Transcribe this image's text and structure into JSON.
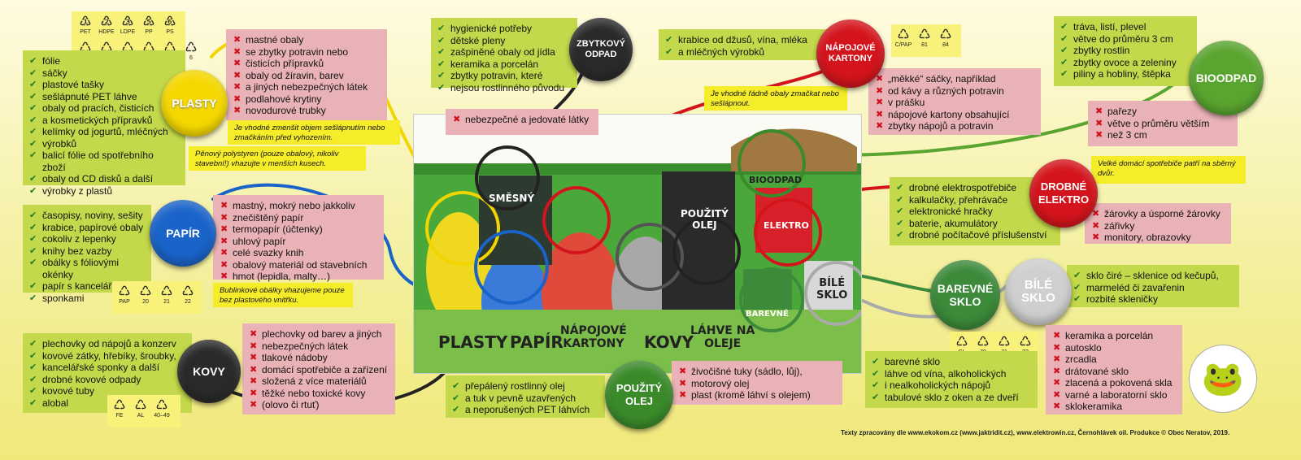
{
  "colors": {
    "plasty": "#f5d800",
    "papir": "#1a63c9",
    "kovy": "#2a2a2a",
    "zbytkovy": "#2a2a2a",
    "napojove": "#d4141c",
    "bioodpad": "#5aa530",
    "elektro": "#d4141c",
    "barevne": "#3c8a3a",
    "bile": "#c8c8c8",
    "olej": "#3a8a2a"
  },
  "plasty": {
    "badge": "PLASTY",
    "codes": [
      {
        "num": "",
        "lbl": "PET"
      },
      {
        "num": "",
        "lbl": "HDPE"
      },
      {
        "num": "",
        "lbl": "LDPE"
      },
      {
        "num": "",
        "lbl": "PP"
      },
      {
        "num": "",
        "lbl": "PS"
      }
    ],
    "codes2": [
      "1",
      "2",
      "3",
      "4",
      "5",
      "6"
    ],
    "yes": [
      "fólie",
      "sáčky",
      "plastové tašky",
      "sešlápnuté PET láhve",
      "obaly od pracích, čisticích",
      "a kosmetických přípravků",
      "kelímky od jogurtů, mléčných",
      "výrobků",
      "balicí fólie od spotřebního zboží",
      "obaly od CD disků a další",
      "výrobky z plastů"
    ],
    "no": [
      "mastné obaly",
      "se zbytky potravin nebo",
      "čisticích přípravků",
      "obaly od žíravin, barev",
      "a jiných nebezpečných látek",
      "podlahové krytiny",
      "novodurové trubky"
    ],
    "note1": "Je vhodné zmenšit objem sešlápnutím nebo zmačkáním před vyhozením.",
    "note2": "Pěnový polystyren (pouze obalový, nikoliv stavební!) vhazujte v menších kusech."
  },
  "papir": {
    "badge": "PAPÍR",
    "yes": [
      "časopisy, noviny, sešity",
      "krabice, papírové obaly",
      "cokoliv z lepenky",
      "knihy bez vazby",
      "obálky s fóliovými okénky",
      "papír s kancelářskými",
      "sponkami"
    ],
    "no": [
      "mastný, mokrý nebo jakkoliv",
      "znečištěný papír",
      "termopapír (účtenky)",
      "uhlový papír",
      "celé svazky knih",
      "obalový materiál od stavebních",
      "hmot (lepidla, malty…)"
    ],
    "codes": [
      "PAP",
      "20",
      "21",
      "22"
    ],
    "note": "Bublinkové obálky vhazujeme pouze bez plastového vnitřku."
  },
  "kovy": {
    "badge": "KOVY",
    "yes": [
      "plechovky od nápojů a konzerv",
      "kovové zátky, hřebíky, šroubky,",
      "kancelářské sponky a další",
      "drobné kovové odpady",
      "kovové tuby",
      "alobal"
    ],
    "no": [
      "plechovky od barev a jiných",
      "nebezpečných látek",
      "tlakové nádoby",
      "domácí spotřebiče a zařízení",
      "složená z více materiálů",
      "těžké nebo toxické kovy",
      "(olovo či rtuť)"
    ],
    "codes": [
      "FE",
      "AL",
      "40–49"
    ]
  },
  "zbytkovy": {
    "badge": "ZBYTKOVÝ\nODPAD",
    "yes": [
      "hygienické potřeby",
      "dětské pleny",
      "zašpiněné obaly od jídla",
      "keramika a porcelán",
      "zbytky potravin, které",
      "nejsou rostlinného původu"
    ],
    "no": [
      "nebezpečné a jedovaté látky"
    ]
  },
  "napojove": {
    "badge": "NÁPOJOVÉ\nKARTONY",
    "yes": [
      "krabice od džusů, vína, mléka",
      "a mléčných výrobků"
    ],
    "codes": [
      "C/PAP",
      "81",
      "84"
    ],
    "note": "Je vhodné řádně obaly zmačkat nebo sešlápnout.",
    "no": [
      "„měkké“ sáčky, například",
      "od kávy a různých potravin",
      "v prášku",
      "nápojové kartony obsahující",
      "zbytky nápojů a potravin"
    ]
  },
  "bioodpad": {
    "badge": "BIOODPAD",
    "yes": [
      "tráva, listí, plevel",
      "větve do průměru 3 cm",
      "zbytky rostlin",
      "zbytky ovoce a zeleniny",
      "piliny a hobliny, štěpka"
    ],
    "no": [
      "pařezy",
      "větve o průměru větším",
      "než 3 cm"
    ]
  },
  "elektro": {
    "badge": "DROBNÉ\nELEKTRO",
    "note": "Velké domácí spotřebiče patří na sběrný dvůr.",
    "yes": [
      "drobné elektrospotřebiče",
      "kalkulačky, přehrávače",
      "elektronické hračky",
      "baterie, akumulátory",
      "drobné počítačové příslušenství"
    ],
    "no": [
      "žárovky a úsporné žárovky",
      "zářivky",
      "monitory, obrazovky"
    ]
  },
  "sklo": {
    "badge_barevne": "BAREVNÉ\nSKLO",
    "badge_bile": "BÍLÉ\nSKLO",
    "bile_yes": [
      "sklo čiré – sklenice od kečupů,",
      "marmeléd či zavařenin",
      "rozbité skleničky"
    ],
    "codes": [
      "GL",
      "70",
      "71",
      "72"
    ],
    "barevne_yes": [
      "barevné sklo",
      "láhve od vína, alkoholických",
      "i nealkoholických nápojů",
      "tabulové sklo z oken a ze dveří"
    ],
    "no": [
      "keramika a porcelán",
      "autosklo",
      "zrcadla",
      "drátované sklo",
      "zlacená a pokovená skla",
      "varné a laboratorní sklo",
      "sklokeramika"
    ]
  },
  "olej": {
    "badge": "POUŽITÝ\nOLEJ",
    "yes": [
      "přepálený rostlinný olej",
      "a tuk v pevně uzavřených",
      "a neporušených PET láhvích"
    ],
    "no": [
      "živočišné tuky (sádlo, lůj),",
      "motorový olej",
      "plast (kromě láhví s olejem)"
    ]
  },
  "illustration": {
    "labels": [
      "PLASTY",
      "PAPÍR",
      "NÁPOJOVÉ\nKARTONY",
      "KOVY",
      "LÁHVE NA\nOLEJE",
      "SMĚSNÝ",
      "POUŽITÝ\nOLEJ",
      "BIOODPAD",
      "ELEKTRO",
      "BAREVNÉ",
      "BÍLÉ\nSKLO"
    ]
  },
  "footer": "Texty zpracovány dle www.ekokom.cz (www.jaktridit.cz), www.elektrowin.cz, Černohlávek oil. Produkce © Obec Neratov, 2019."
}
